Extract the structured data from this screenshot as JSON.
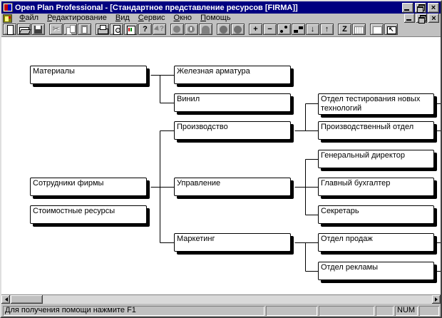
{
  "window": {
    "title": "Open Plan Professional - [Стандартное представление ресурсов [FIRMA]]",
    "chrome_colors": {
      "title_bg": "#000080",
      "face": "#c0c0c0"
    }
  },
  "menu": {
    "items": [
      {
        "id": "file",
        "label": "Файл"
      },
      {
        "id": "edit",
        "label": "Редактирование"
      },
      {
        "id": "view",
        "label": "Вид"
      },
      {
        "id": "service",
        "label": "Сервис"
      },
      {
        "id": "window",
        "label": "Окно"
      },
      {
        "id": "help",
        "label": "Помощь"
      }
    ]
  },
  "toolbar": {
    "buttons": [
      {
        "id": "new-file",
        "icon": "new",
        "disabled": false,
        "group": 0
      },
      {
        "id": "open-file",
        "icon": "open",
        "disabled": false,
        "group": 0
      },
      {
        "id": "save-file",
        "icon": "save",
        "disabled": false,
        "group": 0
      },
      {
        "id": "cut",
        "icon": "cut",
        "glyph": "✂",
        "disabled": true,
        "group": 1
      },
      {
        "id": "copy",
        "icon": "copy",
        "disabled": true,
        "group": 1
      },
      {
        "id": "paste",
        "icon": "paste",
        "disabled": true,
        "group": 1
      },
      {
        "id": "print",
        "icon": "print",
        "disabled": false,
        "group": 2
      },
      {
        "id": "print-preview",
        "icon": "preview",
        "disabled": false,
        "group": 2
      },
      {
        "id": "schedule",
        "icon": "schedule",
        "disabled": false,
        "group": 2
      },
      {
        "id": "help",
        "icon": "help",
        "glyph": "?",
        "disabled": false,
        "group": 2
      },
      {
        "id": "context-help",
        "icon": "ctxhelp",
        "disabled": true,
        "group": 2
      },
      {
        "id": "shape-circle",
        "icon": "circle",
        "disabled": true,
        "group": 3
      },
      {
        "id": "shape-circle-note",
        "icon": "circle-note",
        "disabled": true,
        "group": 3
      },
      {
        "id": "shape-arch",
        "icon": "arch",
        "disabled": true,
        "group": 3
      },
      {
        "id": "shape-filled-1",
        "icon": "circle-filled",
        "disabled": true,
        "group": 4
      },
      {
        "id": "shape-filled-2",
        "icon": "circle-filled",
        "disabled": true,
        "group": 4
      },
      {
        "id": "add-node",
        "icon": "plus",
        "glyph": "+",
        "disabled": false,
        "group": 5
      },
      {
        "id": "remove-node",
        "icon": "minus",
        "glyph": "−",
        "disabled": false,
        "group": 5
      },
      {
        "id": "link-nodes",
        "icon": "link-dots",
        "disabled": false,
        "group": 5
      },
      {
        "id": "link-step",
        "icon": "link-step",
        "disabled": false,
        "group": 5
      },
      {
        "id": "move-down",
        "icon": "arrow-down",
        "glyph": "↓",
        "disabled": false,
        "group": 5
      },
      {
        "id": "move-up",
        "icon": "arrow-up",
        "glyph": "↑",
        "disabled": false,
        "group": 5
      },
      {
        "id": "sort",
        "icon": "sort-z",
        "glyph": "Z",
        "disabled": false,
        "group": 6
      },
      {
        "id": "table-view",
        "icon": "grid",
        "disabled": true,
        "group": 6
      },
      {
        "id": "child-window",
        "icon": "window",
        "disabled": true,
        "group": 7
      },
      {
        "id": "parent-window",
        "icon": "window-arrow",
        "disabled": false,
        "group": 7
      }
    ]
  },
  "chart_data": {
    "type": "table",
    "title": "Стандартное представление ресурсов [FIRMA]",
    "nodes": [
      {
        "id": "materials",
        "label": "Материалы",
        "col": 0,
        "row": 0
      },
      {
        "id": "iron",
        "label": "Железная арматура",
        "col": 1,
        "row": 0
      },
      {
        "id": "vinyl",
        "label": "Винил",
        "col": 1,
        "row": 1
      },
      {
        "id": "production",
        "label": "Производство",
        "col": 1,
        "row": 2
      },
      {
        "id": "testdept",
        "label": "Отдел тестирования новых технологий",
        "col": 2,
        "row": 1,
        "tall": true,
        "continues": true
      },
      {
        "id": "proddept",
        "label": "Производственный отдел",
        "col": 2,
        "row": 2,
        "continues": true
      },
      {
        "id": "gendir",
        "label": "Генеральный директор",
        "col": 2,
        "row": 3
      },
      {
        "id": "accountant",
        "label": "Главный бухгалтер",
        "col": 2,
        "row": 4
      },
      {
        "id": "secretary",
        "label": "Секретарь",
        "col": 2,
        "row": 5
      },
      {
        "id": "employees",
        "label": "Сотрудники фирмы",
        "col": 0,
        "row": 4
      },
      {
        "id": "costres",
        "label": "Стоимостные ресурсы",
        "col": 0,
        "row": 5
      },
      {
        "id": "management",
        "label": "Управление",
        "col": 1,
        "row": 4
      },
      {
        "id": "marketing",
        "label": "Маркетинг",
        "col": 1,
        "row": 6
      },
      {
        "id": "sales",
        "label": "Отдел продаж",
        "col": 2,
        "row": 6,
        "continues": true
      },
      {
        "id": "ads",
        "label": "Отдел рекламы",
        "col": 2,
        "row": 7,
        "continues": true
      }
    ],
    "edges": [
      {
        "from": "materials",
        "to": [
          "iron",
          "vinyl"
        ]
      },
      {
        "from": "employees",
        "to": [
          "production",
          "management",
          "marketing"
        ]
      },
      {
        "from": "production",
        "to": [
          "testdept",
          "proddept"
        ]
      },
      {
        "from": "management",
        "to": [
          "gendir",
          "accountant",
          "secretary"
        ]
      },
      {
        "from": "marketing",
        "to": [
          "sales",
          "ads"
        ]
      }
    ]
  },
  "statusbar": {
    "message": "Для получения помощи нажмите F1",
    "pane2": "",
    "pane3": "",
    "pane4": "",
    "num_indicator": "NUM",
    "pane6": ""
  }
}
